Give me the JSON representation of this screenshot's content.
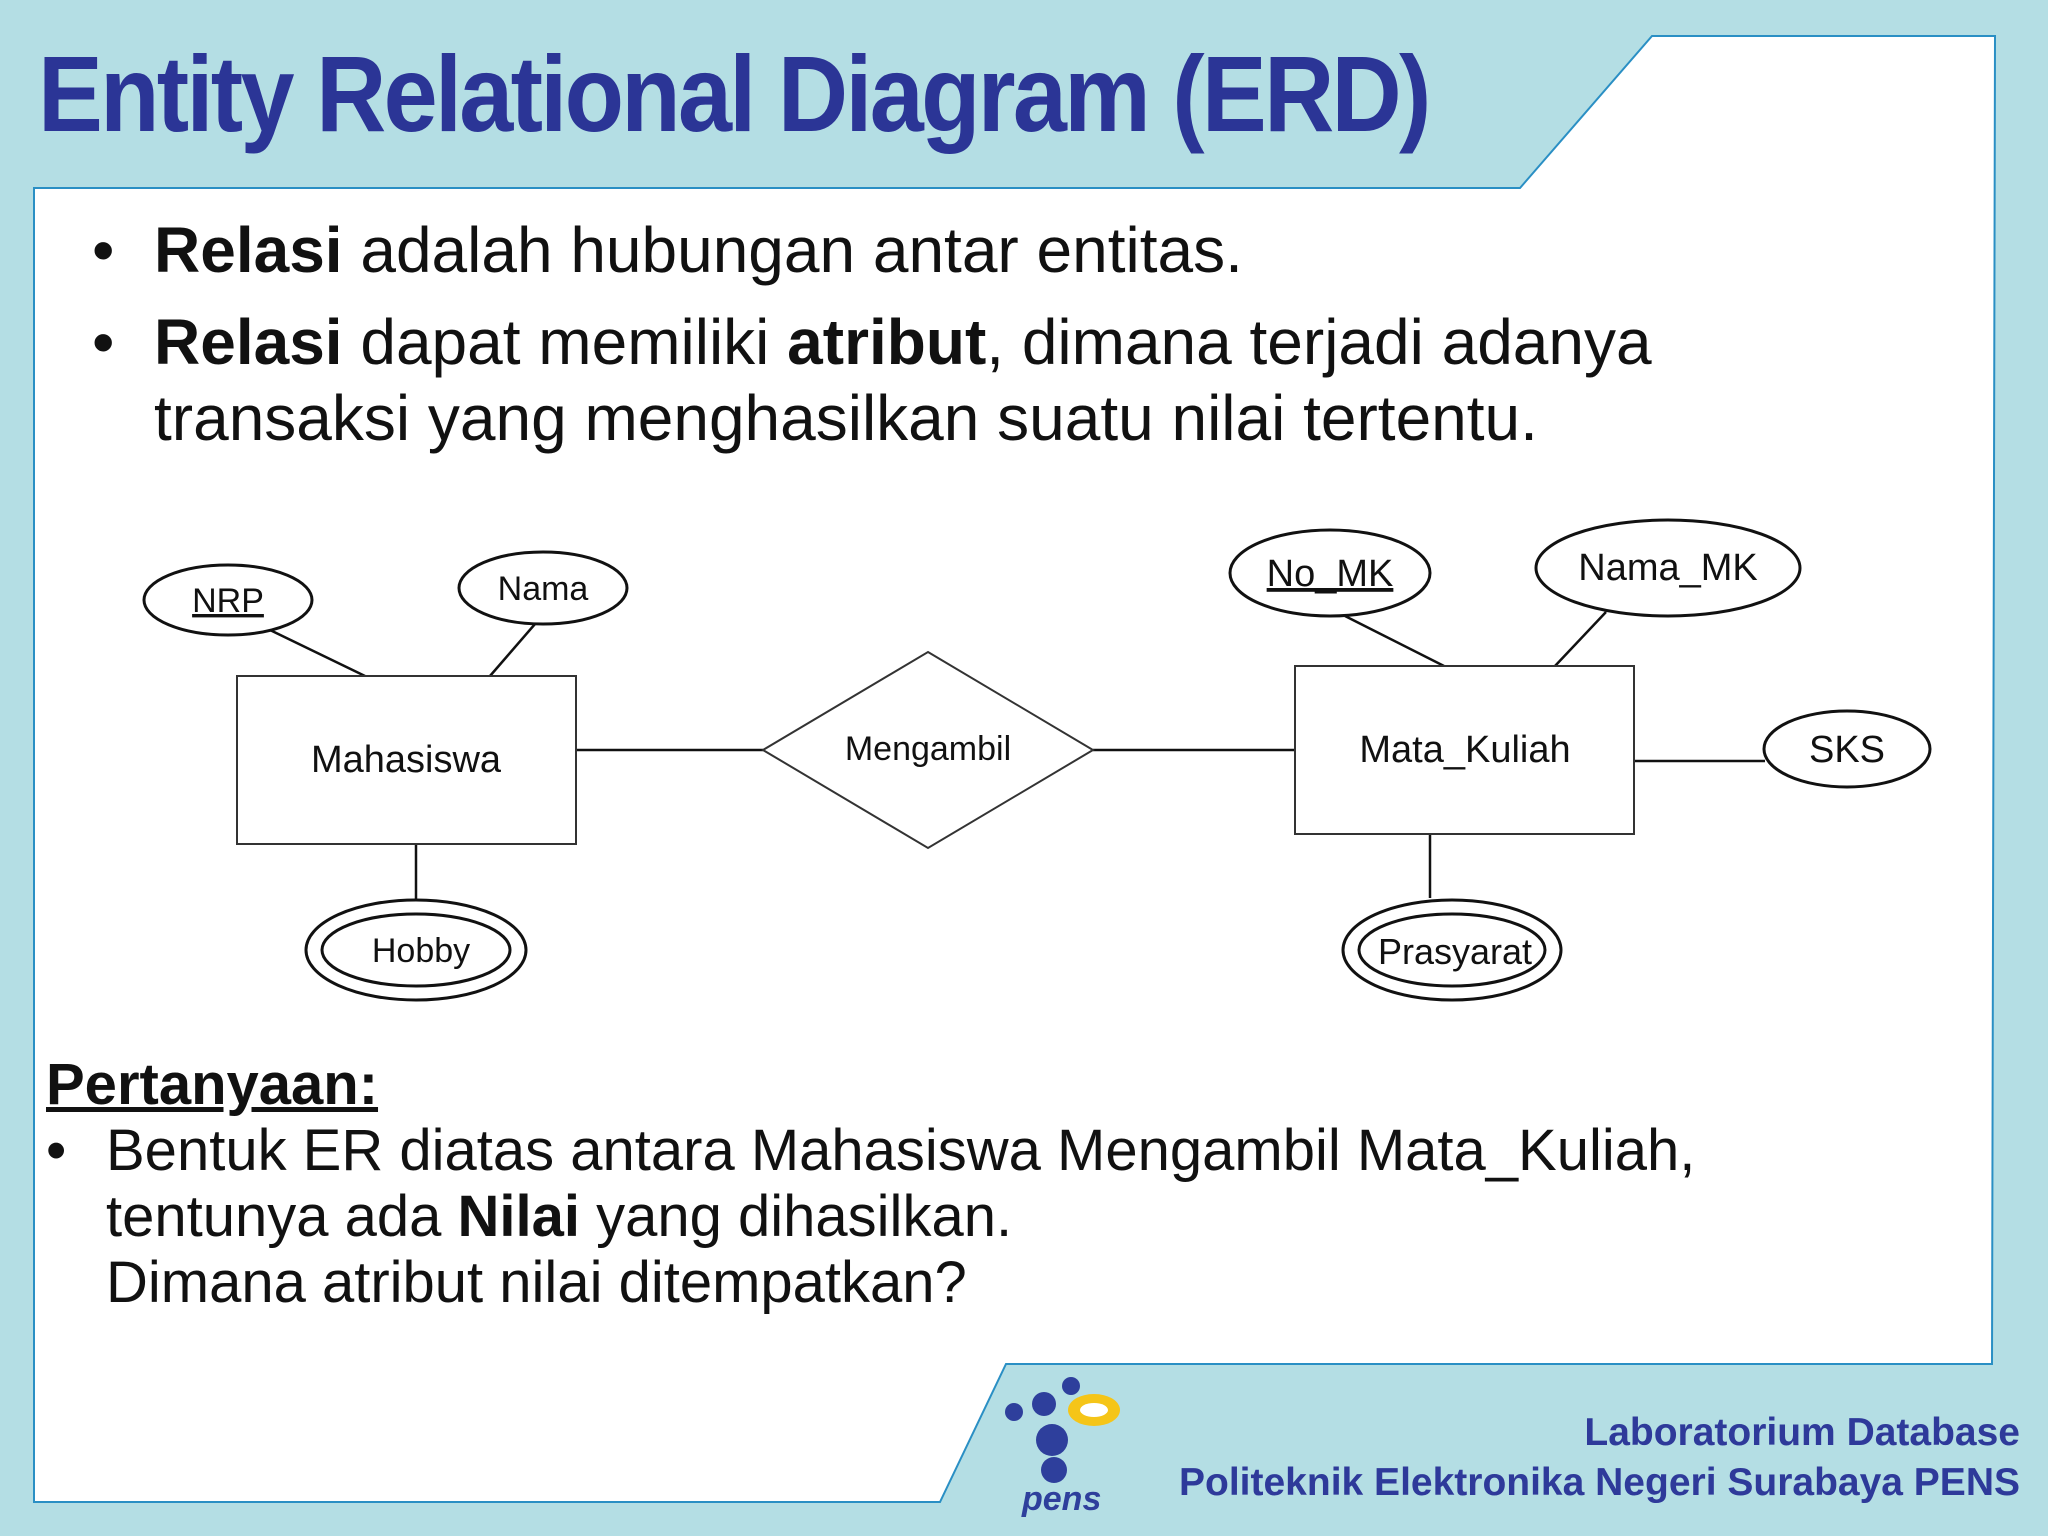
{
  "slide": {
    "title": "Entity Relational Diagram (ERD)",
    "bullets": [
      {
        "bold": "Relasi",
        "rest": " adalah hubungan antar entitas."
      },
      {
        "bold": "Relasi",
        "mid": " dapat memiliki ",
        "bold2": "atribut",
        "rest": ", dimana terjadi adanya",
        "line2": "transaksi yang menghasilkan suatu nilai tertentu."
      }
    ],
    "bullet_glyph": "•"
  },
  "erd": {
    "entities": {
      "left": "Mahasiswa",
      "right": "Mata_Kuliah"
    },
    "relationship": "Mengambil",
    "attributes": {
      "nrp": "NRP",
      "nama": "Nama",
      "hobby": "Hobby",
      "no_mk": "No_MK",
      "nama_mk": "Nama_MK",
      "sks": "SKS",
      "prasyarat": "Prasyarat"
    }
  },
  "question": {
    "heading": "Pertanyaan:",
    "line1": "Bentuk ER diatas antara Mahasiswa Mengambil Mata_Kuliah,",
    "line2_pre": "tentunya ada ",
    "line2_bold": "Nilai",
    "line2_post": " yang dihasilkan.",
    "line3": "Dimana atribut nilai ditempatkan?"
  },
  "footer": {
    "line1": "Laboratorium Database",
    "line2": "Politeknik Elektronika Negeri Surabaya PENS",
    "logo_text": "pens"
  },
  "colors": {
    "background": "#b4dee4",
    "panel": "#ffffff",
    "title": "#2b3596",
    "footer_text": "#2e3a9a",
    "logo_blue": "#2e3f9c",
    "logo_yellow": "#f5c518"
  }
}
